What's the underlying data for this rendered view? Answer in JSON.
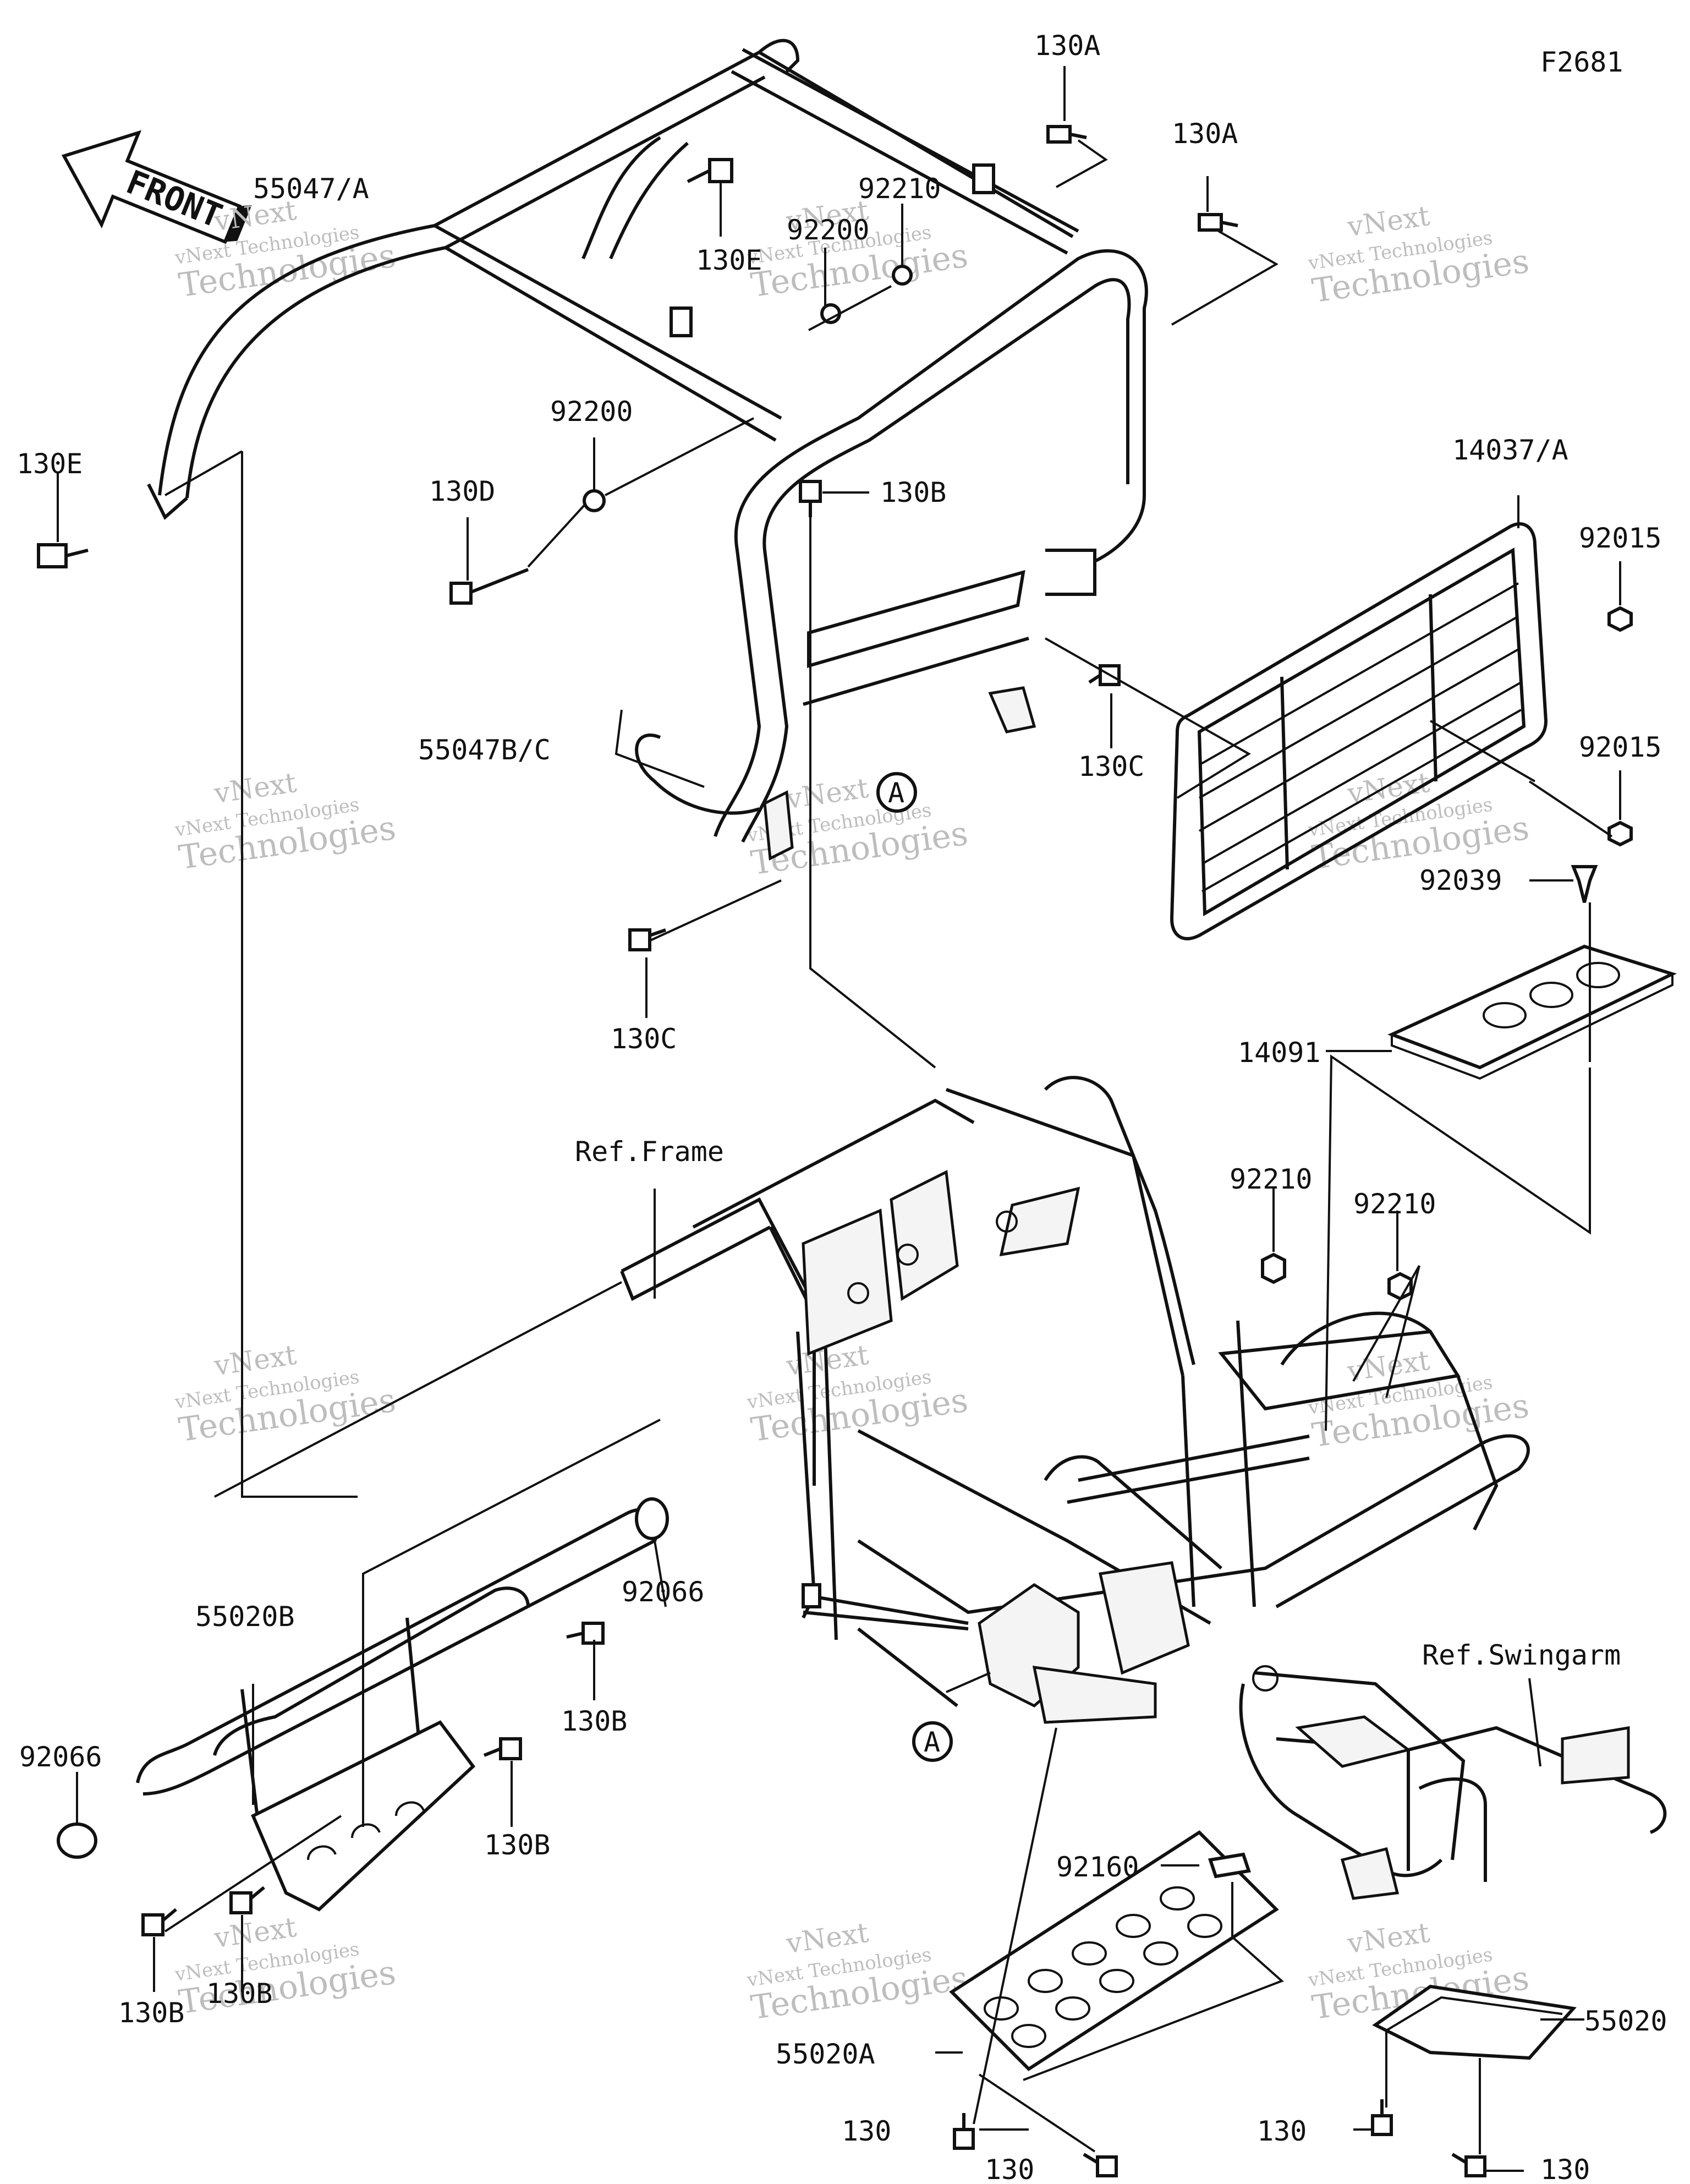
{
  "figure_code": "F2681",
  "front_arrow_text": "FRONT",
  "watermark": {
    "line1": "vNext",
    "line2": "vNext Technologies",
    "line3": "Technologies"
  },
  "refs": {
    "frame": "Ref.Frame",
    "swingarm": "Ref.Swingarm",
    "marker": "A"
  },
  "labels": {
    "l130A_1": "130A",
    "l130A_2": "130A",
    "l55047A": "55047/A",
    "l92210_top": "92210",
    "l92200_top": "92200",
    "l130E_top": "130E",
    "l130E_left": "130E",
    "l92200_mid": "92200",
    "l130D": "130D",
    "l130B_top": "130B",
    "l14037A": "14037/A",
    "l92015_1": "92015",
    "l92015_2": "92015",
    "l55047BC": "55047B/C",
    "l130C_1": "130C",
    "l130C_2": "130C",
    "l92039": "92039",
    "l14091": "14091",
    "l92210_a": "92210",
    "l92210_b": "92210",
    "l92066_1": "92066",
    "l55020B": "55020B",
    "l130B_1": "130B",
    "l92066_2": "92066",
    "l130B_2": "130B",
    "l130B_3": "130B",
    "l130B_4": "130B",
    "l92160": "92160",
    "l55020A": "55020A",
    "l55020": "55020",
    "l130_1": "130",
    "l130_2": "130",
    "l130_3": "130",
    "l130_4": "130"
  }
}
